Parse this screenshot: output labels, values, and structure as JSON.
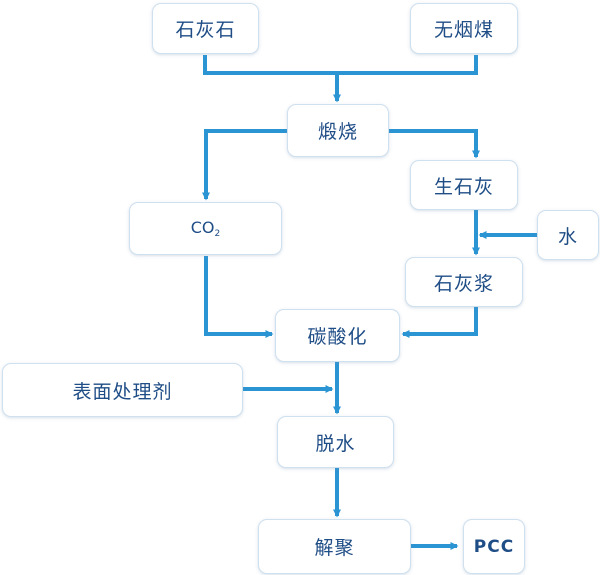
{
  "diagram": {
    "nodes": {
      "limestone": "石灰石",
      "anthracite": "无烟煤",
      "calcination": "煅烧",
      "quicklime": "生石灰",
      "water": "水",
      "co2_main": "CO",
      "co2_sub": "2",
      "lime_slurry": "石灰浆",
      "carbonation": "碳酸化",
      "surface_agent": "表面处理剂",
      "dewatering": "脱水",
      "deagglomeration": "解聚",
      "pcc": "PCC"
    },
    "colors": {
      "arrow": "#2b94d3",
      "text": "#1f4d86",
      "border": "#cfe0ef"
    }
  }
}
